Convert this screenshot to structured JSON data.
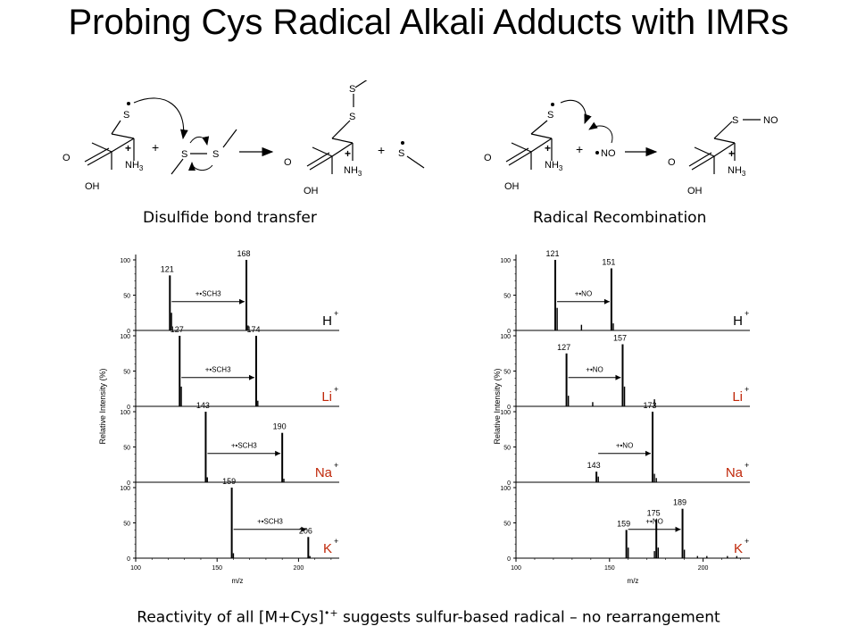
{
  "title": "Probing Cys Radical Alkali Adducts with IMRs",
  "reactions": {
    "left_caption": "Disulfide bond transfer",
    "right_caption": "Radical Recombination",
    "atoms": {
      "S": "S",
      "O": "O",
      "OH": "OH",
      "NH": "NH",
      "sub3": "3",
      "NO": "NO",
      "plus": "+"
    }
  },
  "spectra": {
    "ylabel": "Relative Intensity (%)",
    "xlabel": "m/z",
    "yticks": [
      "0",
      "50",
      "100"
    ],
    "xticks": [
      "100",
      "150",
      "200"
    ]
  },
  "footer": {
    "before": "Reactivity of all [M+Cys]",
    "sup": "•+",
    "after": " suggests sulfur-based radical – no rearrangement"
  },
  "chart_data": [
    {
      "type": "bar",
      "title": "Disulfide bond transfer",
      "xlabel": "m/z",
      "ylabel": "Relative Intensity (%)",
      "xlim": [
        100,
        225
      ],
      "ylim": [
        0,
        100
      ],
      "panels": [
        {
          "ion": "H",
          "charge": "+",
          "arrow_label": "+•SCH3",
          "from_mz": 121,
          "to_mz": 168,
          "peaks": [
            {
              "x": 121,
              "y": 78,
              "label": "121"
            },
            {
              "x": 122,
              "y": 25
            },
            {
              "x": 168,
              "y": 100,
              "label": "168"
            },
            {
              "x": 169,
              "y": 7
            }
          ]
        },
        {
          "ion": "Li",
          "charge": "+",
          "arrow_label": "+•SCH3",
          "from_mz": 127,
          "to_mz": 174,
          "peaks": [
            {
              "x": 127,
              "y": 100,
              "label": "127"
            },
            {
              "x": 128,
              "y": 28
            },
            {
              "x": 174,
              "y": 100,
              "label": "174"
            },
            {
              "x": 175,
              "y": 8
            }
          ]
        },
        {
          "ion": "Na",
          "charge": "+",
          "arrow_label": "+•SCH3",
          "from_mz": 143,
          "to_mz": 190,
          "peaks": [
            {
              "x": 143,
              "y": 100,
              "label": "143"
            },
            {
              "x": 144,
              "y": 7
            },
            {
              "x": 190,
              "y": 70,
              "label": "190"
            },
            {
              "x": 191,
              "y": 5
            }
          ]
        },
        {
          "ion": "K",
          "charge": "+",
          "arrow_label": "+•SCH3",
          "from_mz": 159,
          "to_mz": 206,
          "peaks": [
            {
              "x": 159,
              "y": 100,
              "label": "159"
            },
            {
              "x": 160,
              "y": 7
            },
            {
              "x": 206,
              "y": 30,
              "label": "206"
            },
            {
              "x": 207,
              "y": 3
            }
          ]
        }
      ]
    },
    {
      "type": "bar",
      "title": "Radical Recombination",
      "xlabel": "m/z",
      "ylabel": "Relative Intensity (%)",
      "xlim": [
        100,
        225
      ],
      "ylim": [
        0,
        100
      ],
      "panels": [
        {
          "ion": "H",
          "charge": "+",
          "arrow_label": "+•NO",
          "from_mz": 121,
          "to_mz": 151,
          "peaks": [
            {
              "x": 121,
              "y": 100,
              "label": "121"
            },
            {
              "x": 122,
              "y": 32
            },
            {
              "x": 135,
              "y": 8
            },
            {
              "x": 151,
              "y": 88,
              "label": "151"
            },
            {
              "x": 152,
              "y": 10
            }
          ]
        },
        {
          "ion": "Li",
          "charge": "+",
          "arrow_label": "+•NO",
          "from_mz": 127,
          "to_mz": 157,
          "peaks": [
            {
              "x": 127,
              "y": 75,
              "label": "127"
            },
            {
              "x": 128,
              "y": 15
            },
            {
              "x": 141,
              "y": 6
            },
            {
              "x": 157,
              "y": 88,
              "label": "157"
            },
            {
              "x": 158,
              "y": 28
            },
            {
              "x": 174,
              "y": 10
            }
          ]
        },
        {
          "ion": "Na",
          "charge": "+",
          "arrow_label": "+•NO",
          "from_mz": 143,
          "to_mz": 173,
          "peaks": [
            {
              "x": 143,
              "y": 15,
              "label": "143"
            },
            {
              "x": 144,
              "y": 8
            },
            {
              "x": 173,
              "y": 100,
              "label": "173"
            },
            {
              "x": 174,
              "y": 12
            },
            {
              "x": 175,
              "y": 6
            }
          ]
        },
        {
          "ion": "K",
          "charge": "+",
          "arrow_label": "+•NO",
          "from_mz": 159,
          "to_mz": 189,
          "peaks": [
            {
              "x": 159,
              "y": 40,
              "label": "159"
            },
            {
              "x": 160,
              "y": 15
            },
            {
              "x": 174,
              "y": 10
            },
            {
              "x": 175,
              "y": 55,
              "label": "175"
            },
            {
              "x": 176,
              "y": 15
            },
            {
              "x": 189,
              "y": 70,
              "label": "189"
            },
            {
              "x": 190,
              "y": 12
            },
            {
              "x": 197,
              "y": 3
            },
            {
              "x": 202,
              "y": 3
            },
            {
              "x": 213,
              "y": 3
            },
            {
              "x": 218,
              "y": 3
            }
          ]
        }
      ]
    }
  ]
}
